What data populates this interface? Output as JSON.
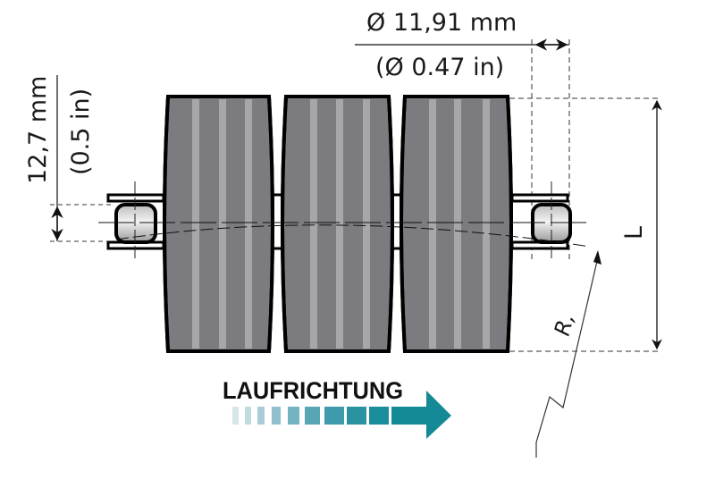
{
  "diagram": {
    "type": "roller-chain-conveyor-dimension-drawing",
    "dimensions": {
      "pitch_diameter": {
        "metric": "Ø 11,91 mm",
        "imperial": "(Ø 0.47 in)"
      },
      "pitch": {
        "metric": "12,7 mm",
        "imperial": "(0.5 in)"
      },
      "length_label": "L",
      "radius_label": "R,"
    },
    "direction": {
      "label": "LAUFRICHTUNG",
      "arrow_color": "#138a96",
      "gradient_segments": [
        "#d7e6ea",
        "#c2dbe1",
        "#a9cdd6",
        "#8fc0cc",
        "#74b3c2",
        "#58a5b5",
        "#3f9aab",
        "#2a93a2",
        "#1a8e9b",
        "#138a96"
      ]
    },
    "rollers": {
      "count": 3,
      "fill_color": "#7b7b80",
      "stripe_color": "#a7a7aa",
      "outline_color": "#000000"
    }
  }
}
